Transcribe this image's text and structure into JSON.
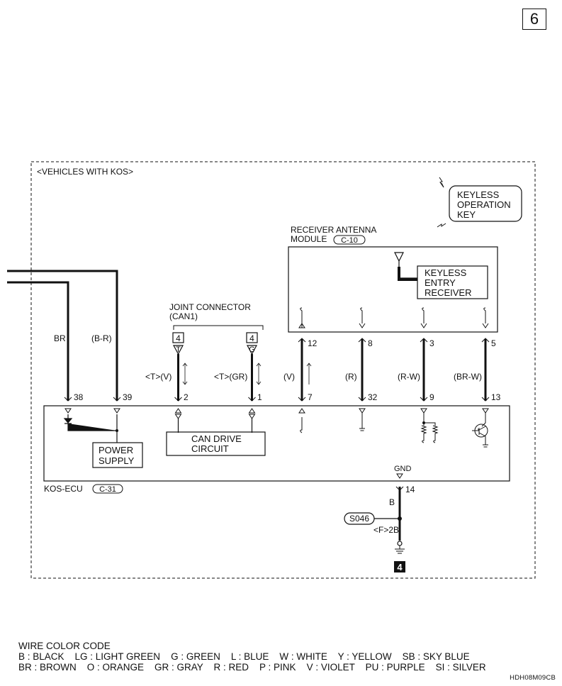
{
  "page_number": "6",
  "frame_title": "<VEHICLES WITH KOS>",
  "keyless_key": [
    "KEYLESS",
    "OPERATION",
    "KEY"
  ],
  "receiver_module": {
    "title_line1": "RECEIVER ANTENNA",
    "title_line2": "MODULE",
    "connector": "C-10",
    "receiver_lines": [
      "KEYLESS",
      "ENTRY",
      "RECEIVER"
    ]
  },
  "joint_connector": {
    "title_line1": "JOINT CONNECTOR",
    "title_line2": "(CAN1)",
    "pin_left": "4",
    "pin_right": "4",
    "glyph_left": "T",
    "glyph_right": "G"
  },
  "wires": {
    "w38": {
      "color": "BR",
      "pin": "38"
    },
    "w39": {
      "color": "(B-R)",
      "pin": "39"
    },
    "w2": {
      "color": "<T>(V)",
      "pin": "2"
    },
    "w1": {
      "color": "<T>(GR)",
      "pin": "1"
    },
    "w7": {
      "color": "(V)",
      "top_pin": "12",
      "pin": "7"
    },
    "w32": {
      "color": "(R)",
      "top_pin": "8",
      "pin": "32"
    },
    "w9": {
      "color": "(R-W)",
      "top_pin": "3",
      "pin": "9"
    },
    "w13": {
      "color": "(BR-W)",
      "top_pin": "5",
      "pin": "13"
    }
  },
  "ecu": {
    "name": "KOS-ECU",
    "connector": "C-31",
    "power_supply": [
      "POWER",
      "SUPPLY"
    ],
    "can_drive": [
      "CAN DRIVE",
      "CIRCUIT"
    ],
    "gnd_label": "GND",
    "gnd_pin": "14"
  },
  "ground": {
    "wire_color": "B",
    "splice": "S046",
    "connector_ref": "<F>2B",
    "ground_point": "4"
  },
  "legend": {
    "title": "WIRE COLOR CODE",
    "line1": "B : BLACK    LG : LIGHT GREEN    G : GREEN    L : BLUE    W : WHITE    Y : YELLOW    SB : SKY BLUE",
    "line2": "BR : BROWN    O : ORANGE    GR : GRAY    R : RED    P : PINK    V : VIOLET    PU : PURPLE    SI : SILVER"
  },
  "figure_code": "HDH08M09CB"
}
